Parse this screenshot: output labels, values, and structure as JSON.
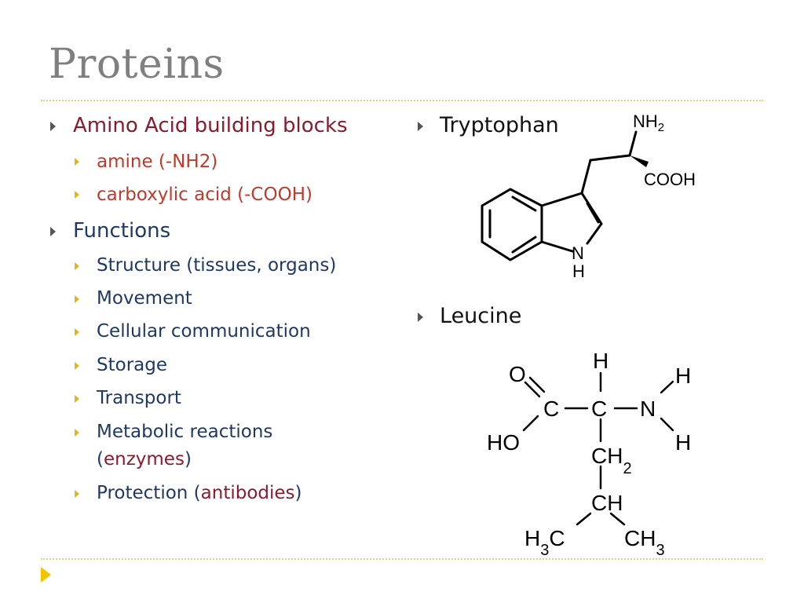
{
  "title": "Proteins",
  "left": {
    "amino": {
      "label": "Amino Acid building blocks",
      "sub": [
        "amine (-NH2)",
        "carboxylic acid (-COOH)"
      ]
    },
    "functions": {
      "label": "Functions",
      "items": {
        "structure": "Structure (tissues, organs)",
        "movement": "Movement",
        "communication": "Cellular communication",
        "storage": "Storage",
        "transport": "Transport",
        "metabolic_line1": "Metabolic reactions",
        "metabolic_open": "(",
        "metabolic_highlight": "enzymes",
        "metabolic_close": ")",
        "protection_prefix": "Protection (",
        "protection_highlight": "antibodies",
        "protection_suffix": ")"
      }
    }
  },
  "right": {
    "tryptophan": {
      "label": "Tryptophan",
      "atoms": {
        "nh2_n": "NH",
        "nh2_sub": "2",
        "cooh": "COOH",
        "ring_n": "N",
        "ring_h": "H"
      }
    },
    "leucine": {
      "label": "Leucine",
      "atoms": {
        "o": "O",
        "ho": "HO",
        "c1": "C",
        "c2": "C",
        "h_top": "H",
        "n": "N",
        "h_n1": "H",
        "h_n2": "H",
        "ch2_c": "C",
        "ch2_h": "H",
        "ch2_sub": "2",
        "ch_c": "C",
        "ch_h": "H",
        "h3c_h": "H",
        "h3c_sub": "3",
        "h3c_c": "C",
        "ch3_c": "C",
        "ch3_h": "H",
        "ch3_sub": "3"
      }
    }
  },
  "colors": {
    "title": "#7f7f7f",
    "text": "#1f3864",
    "accent": "#8b1a2e",
    "sub_accent": "#c0392b",
    "rule": "#e8cf7a",
    "bullet": "#e2b713"
  },
  "icons": {
    "bullet_level1": "triangle-right-gray",
    "bullet_level2": "triangle-right-gold",
    "nav": "triangle-right-yellow"
  }
}
